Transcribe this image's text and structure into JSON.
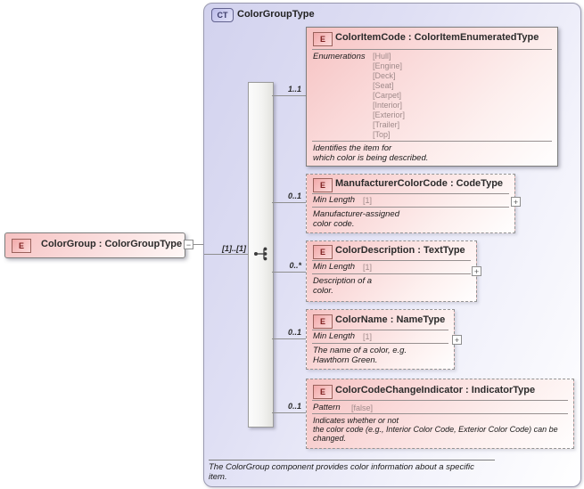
{
  "complex_type": {
    "badge": "CT",
    "title": "ColorGroupType",
    "annotation": "The ColorGroup component provides color information about a specific\nitem."
  },
  "root_element": {
    "badge": "E",
    "title": "ColorGroup : ColorGroupType"
  },
  "connector": {
    "collapse_glyph": "−",
    "cardinality": "[1]..[1]"
  },
  "elements": [
    {
      "badge": "E",
      "title": "ColorItemCode : ColorItemEnumeratedType",
      "cardinality": "1..1",
      "facet_label": "Enumerations",
      "facet_values": [
        "[Hull]",
        "[Engine]",
        "[Deck]",
        "[Seat]",
        "[Carpet]",
        "[Interior]",
        "[Exterior]",
        "[Trailer]",
        "[Top]"
      ],
      "annotation": "Identifies the item for\nwhich color is being described."
    },
    {
      "badge": "E",
      "title": "ManufacturerColorCode : CodeType",
      "cardinality": "0..1",
      "facet_label": "Min Length",
      "facet_value": "[1]",
      "annotation": "Manufacturer-assigned\ncolor code.",
      "expand_glyph": "+"
    },
    {
      "badge": "E",
      "title": "ColorDescription : TextType",
      "cardinality": "0..*",
      "facet_label": "Min Length",
      "facet_value": "[1]",
      "annotation": "Description of a\ncolor.",
      "expand_glyph": "+"
    },
    {
      "badge": "E",
      "title": "ColorName : NameType",
      "cardinality": "0..1",
      "facet_label": "Min Length",
      "facet_value": "[1]",
      "annotation": "The name of a color, e.g.\nHawthorn Green.",
      "expand_glyph": "+"
    },
    {
      "badge": "E",
      "title": "ColorCodeChangeIndicator : IndicatorType",
      "cardinality": "0..1",
      "facet_label": "Pattern",
      "facet_value": "[false]",
      "annotation": "Indicates whether or not\n    the color code (e.g., Interior Color Code, Exterior Color Code) can be\nchanged."
    }
  ],
  "colors": {
    "complex_type_fill": "#d2d2ee",
    "element_fill": "#f6c2c2",
    "element_badge_border": "#9a625c",
    "element_badge_text": "#7c1f1f",
    "ct_badge_fill": "#bdbdea",
    "ct_badge_text": "#3a3a68",
    "facet_value_text": "#9f8a8a",
    "connector_line": "#8f8f8f"
  }
}
